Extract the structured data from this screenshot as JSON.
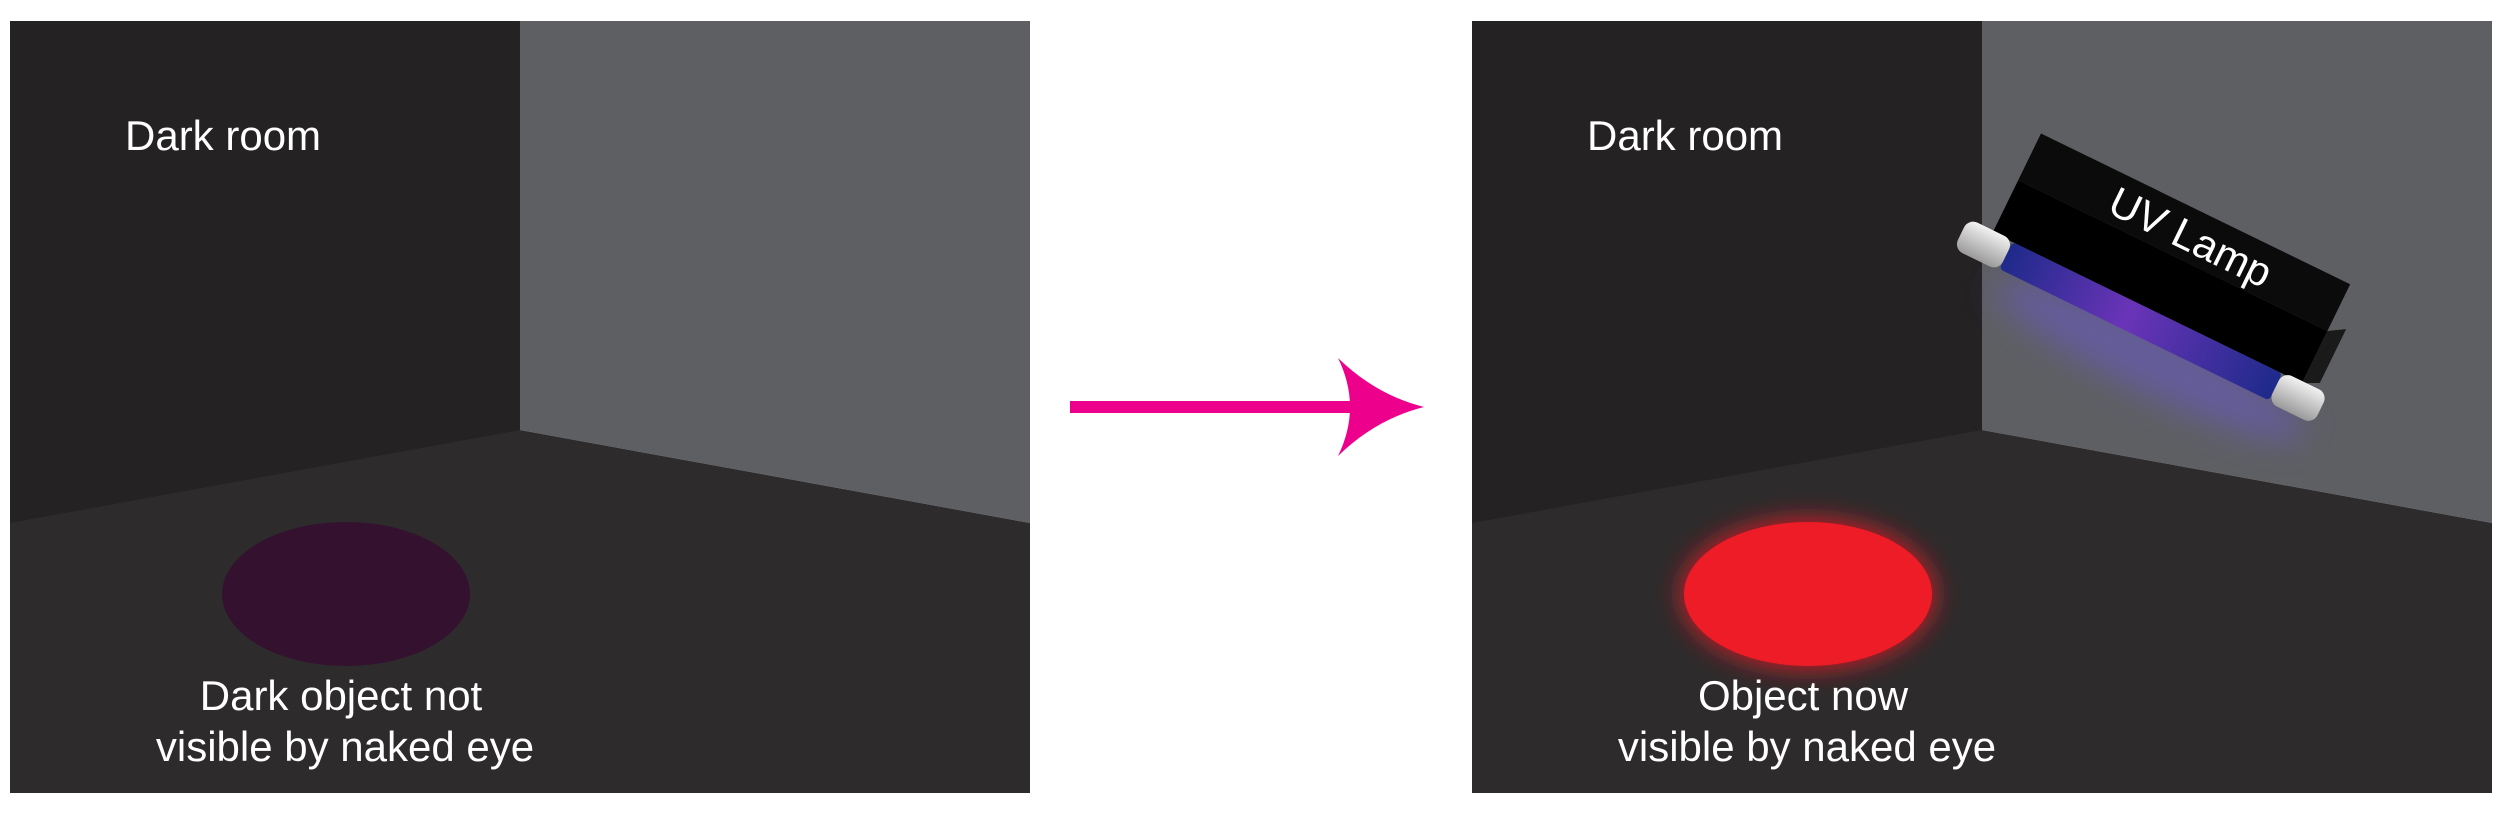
{
  "left_panel": {
    "room_label": "Dark room",
    "caption_line1": "Dark object not",
    "caption_line2": "visible by naked eye",
    "object_color": "#33112f"
  },
  "right_panel": {
    "room_label": "Dark room",
    "caption_line1": "Object now",
    "caption_line2": "visible by naked eye",
    "object_color": "#ee1c25",
    "lamp_label": "UV Lamp"
  },
  "colors": {
    "back_wall": "#242223",
    "side_wall": "#5e5f63",
    "floor": "#2d2b2c",
    "arrow": "#ec008c",
    "uv_tube": "#5c2fa8",
    "lamp_housing": "#0b0b0b"
  }
}
